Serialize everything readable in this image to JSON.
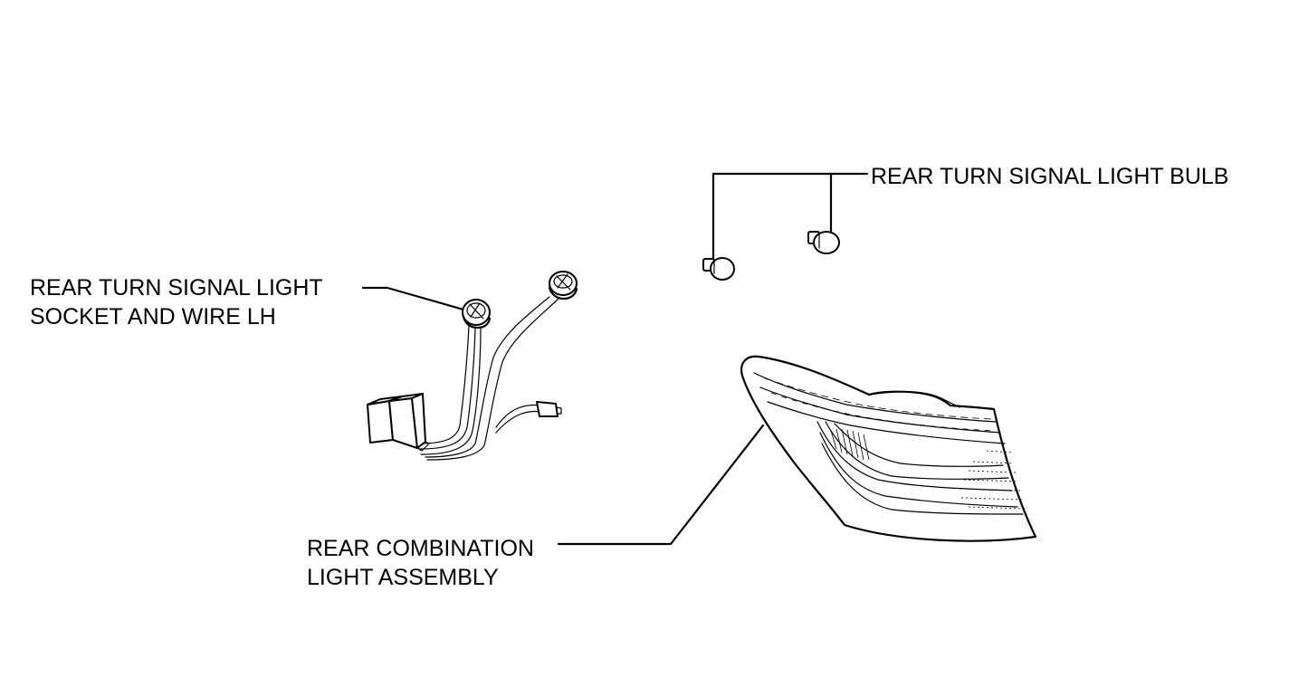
{
  "labels": {
    "bulb": "REAR TURN SIGNAL LIGHT BULB",
    "socket_line1": "REAR TURN SIGNAL LIGHT",
    "socket_line2": "SOCKET AND  WIRE LH",
    "assembly_line1": "REAR COMBINATION",
    "assembly_line2": "LIGHT ASSEMBLY"
  }
}
